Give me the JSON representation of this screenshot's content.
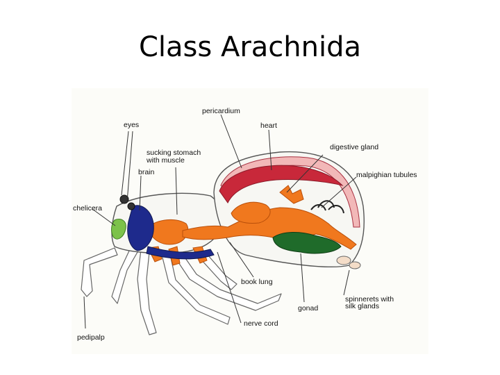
{
  "slide": {
    "title": "Class Arachnida"
  },
  "labels": {
    "pericardium": "pericardium",
    "eyes": "eyes",
    "heart": "heart",
    "sucking_stomach_1": "sucking stomach",
    "sucking_stomach_2": "with muscle",
    "digestive_gland": "digestive gland",
    "brain": "brain",
    "malpighian_tubules": "malpighian tubules",
    "chelicera": "chelicera",
    "book_lung": "book lung",
    "gonad": "gonad",
    "spinnerets_1": "spinnerets with",
    "spinnerets_2": "silk glands",
    "nerve_cord": "nerve cord",
    "pedipalp": "pedipalp"
  },
  "colors": {
    "heart_red": "#c8283a",
    "pericardium_pink": "#f2b8b8",
    "digestive_orange": "#f0781e",
    "brain_blue": "#1e2a8c",
    "gonad_green": "#1f6b2a",
    "eye_green": "#7cc24a",
    "outline": "#555555"
  }
}
